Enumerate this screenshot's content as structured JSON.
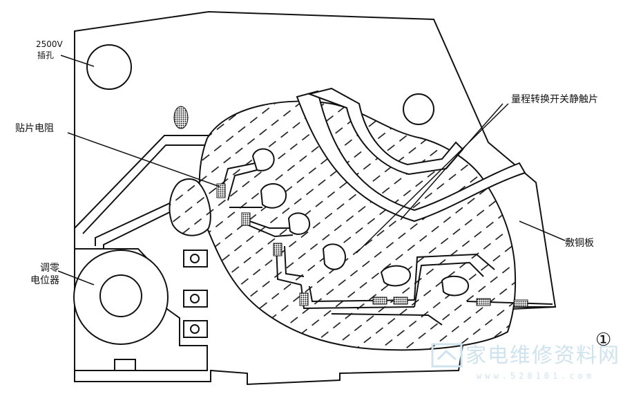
{
  "labels": {
    "jack": [
      "2500V",
      "插孔"
    ],
    "smd_resistor": "贴片电阻",
    "range_switch_contacts": "量程转换开关静触片",
    "copper_plate": "敷铜板",
    "zero_pot": [
      "调零",
      "电位器"
    ],
    "figure_number": "①"
  },
  "watermark": {
    "brand": "家电维修资料网",
    "url": "www.520101.com"
  },
  "colors": {
    "ink": "#111111",
    "watermark": "#cfe3ee"
  }
}
